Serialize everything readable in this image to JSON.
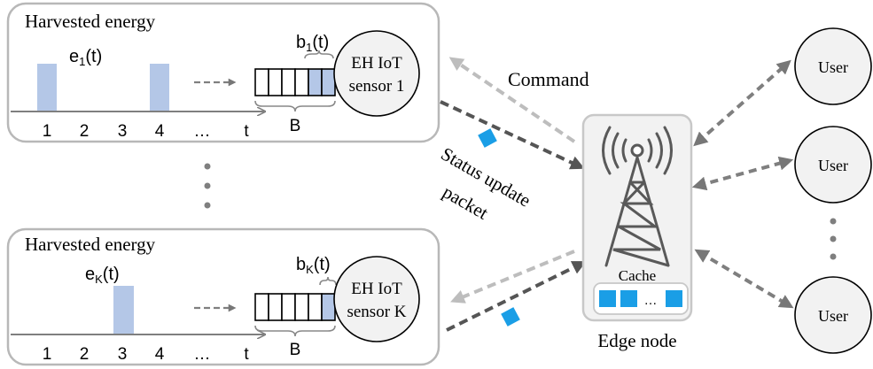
{
  "sensor_panels": [
    {
      "title": "Harvested energy",
      "energy_label_base": "e",
      "energy_label_sub": "1",
      "energy_label_tail": "(t)",
      "battery_label_base": "b",
      "battery_label_sub": "1",
      "battery_label_tail": "(t)",
      "capacity_label": "B",
      "sensor_line1": "EH IoT",
      "sensor_line2": "sensor 1",
      "axis_ticks": [
        "1",
        "2",
        "3",
        "4",
        "…",
        "t"
      ],
      "filled_cells": 2
    },
    {
      "title": "Harvested energy",
      "energy_label_base": "e",
      "energy_label_sub": "K",
      "energy_label_tail": "(t)",
      "battery_label_base": "b",
      "battery_label_sub": "K",
      "battery_label_tail": "(t)",
      "capacity_label": "B",
      "sensor_line1": "EH IoT",
      "sensor_line2": "sensor K",
      "axis_ticks": [
        "1",
        "2",
        "3",
        "4",
        "…",
        "t"
      ],
      "filled_cells": 1
    }
  ],
  "edge": {
    "cache_label": "Cache",
    "cache_ellipsis": "…",
    "node_label": "Edge node"
  },
  "labels": {
    "command": "Command",
    "status_line1": "Status update",
    "status_line2": "packet"
  },
  "users": [
    "User",
    "User",
    "User"
  ],
  "colors": {
    "panel_border": "#b8b8b8",
    "energy_bar": "#b4c7e7",
    "packet": "#1a9ee6",
    "dark_arrow": "#555555",
    "light_arrow": "#bdbdbd",
    "node_fill": "#f2f2f2"
  }
}
